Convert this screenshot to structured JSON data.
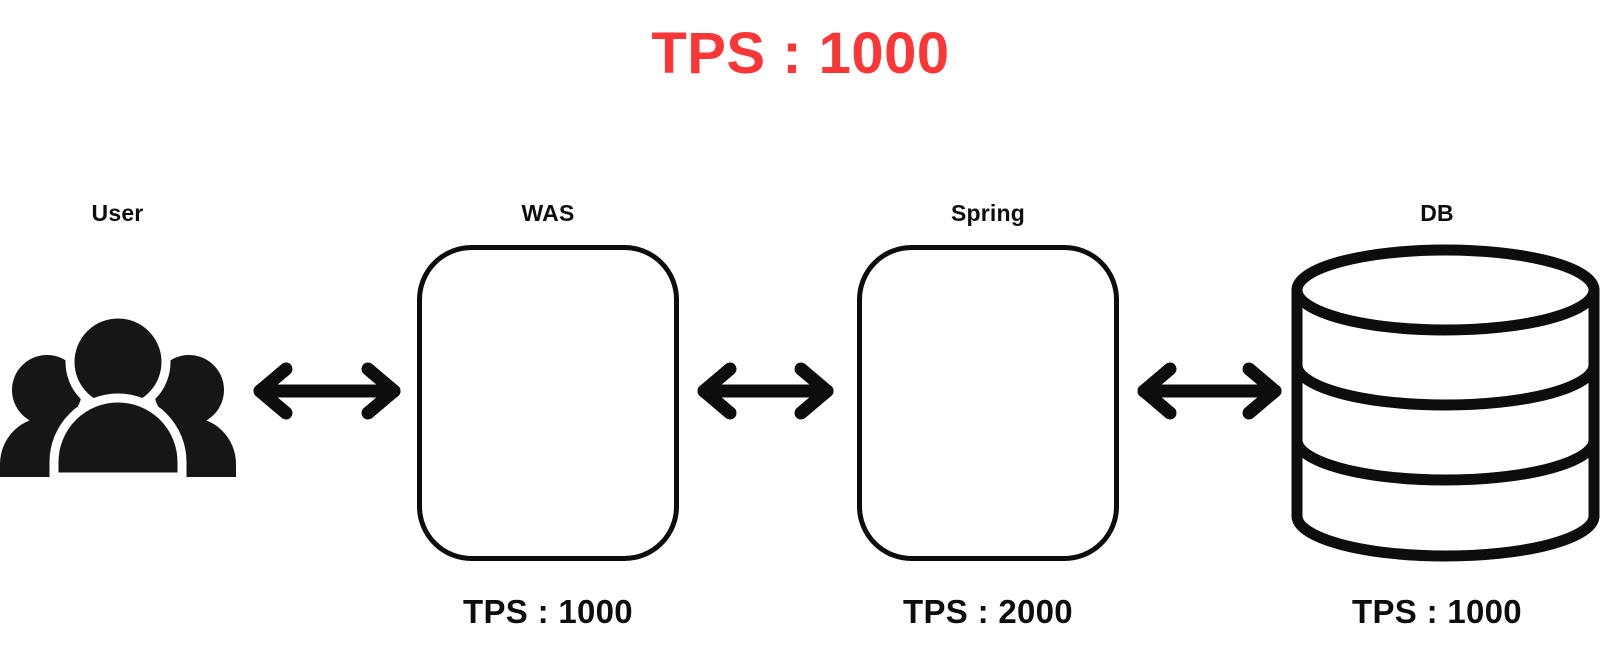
{
  "title": {
    "text": "TPS : 1000",
    "color": "#fb3636"
  },
  "theme": {
    "background": "#ffffff",
    "stroke": "#0d0d0d",
    "accent": "#fb3636"
  },
  "diagram": {
    "type": "flow",
    "orientation": "left-to-right",
    "nodes": [
      {
        "id": "user",
        "label": "User",
        "caption": "",
        "shape": "people-icon"
      },
      {
        "id": "was",
        "label": "WAS",
        "caption": "TPS : 1000",
        "shape": "rounded-rectangle"
      },
      {
        "id": "spring",
        "label": "Spring",
        "caption": "TPS : 2000",
        "shape": "rounded-rectangle"
      },
      {
        "id": "db",
        "label": "DB",
        "caption": "TPS : 1000",
        "shape": "cylinder"
      }
    ],
    "connectors": [
      {
        "id": "user-was",
        "from": "user",
        "to": "was",
        "style": "bidirectional-arrow"
      },
      {
        "id": "was-spring",
        "from": "was",
        "to": "spring",
        "style": "bidirectional-arrow"
      },
      {
        "id": "spring-db",
        "from": "spring",
        "to": "db",
        "style": "bidirectional-arrow"
      }
    ]
  },
  "icons": {
    "people": "people-icon",
    "database": "database-cylinder-icon",
    "arrow": "double-arrow-icon"
  }
}
